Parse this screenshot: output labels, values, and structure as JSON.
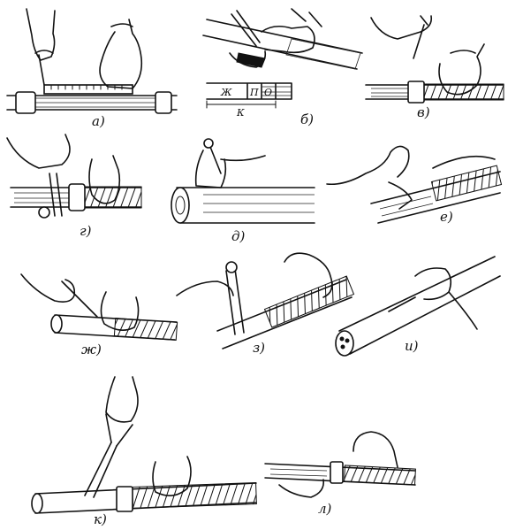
{
  "panels": {
    "a": {
      "caption": "а)"
    },
    "b": {
      "caption": "б)",
      "dim_labels": {
        "zh": "Ж",
        "p": "П",
        "o": "О",
        "k": "К"
      }
    },
    "v": {
      "caption": "в)"
    },
    "g": {
      "caption": "г)"
    },
    "d": {
      "caption": "д)"
    },
    "e": {
      "caption": "е)"
    },
    "zh": {
      "caption": "ж)"
    },
    "z": {
      "caption": "з)"
    },
    "i": {
      "caption": "и)"
    },
    "k": {
      "caption": "к)"
    },
    "l": {
      "caption": "л)"
    }
  }
}
